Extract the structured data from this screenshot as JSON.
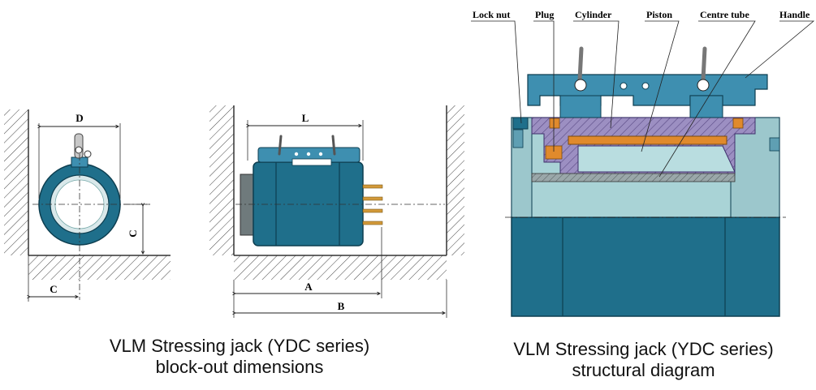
{
  "labels": {
    "lock_nut": "Lock nut",
    "plug": "Plug",
    "cylinder": "Cylinder",
    "piston": "Piston",
    "centre_tube": "Centre tube",
    "handle": "Handle"
  },
  "dimensions": {
    "d": "D",
    "c_vertical": "C",
    "c_horizontal": "C",
    "l": "L",
    "a": "A",
    "b": "B"
  },
  "captions": {
    "left_line1": "VLM Stressing jack (YDC series)",
    "left_line2": "block-out dimensions",
    "right_line1": "VLM Stressing jack (YDC series)",
    "right_line2": "structural diagram"
  },
  "colors": {
    "body_blue": "#1f6f8b",
    "handle_blue": "#3e8fb0",
    "inner_light": "#a9d3d6",
    "hatch_purple": "#8d7fb3",
    "orange": "#e08a2c",
    "concrete_line": "#333333"
  }
}
